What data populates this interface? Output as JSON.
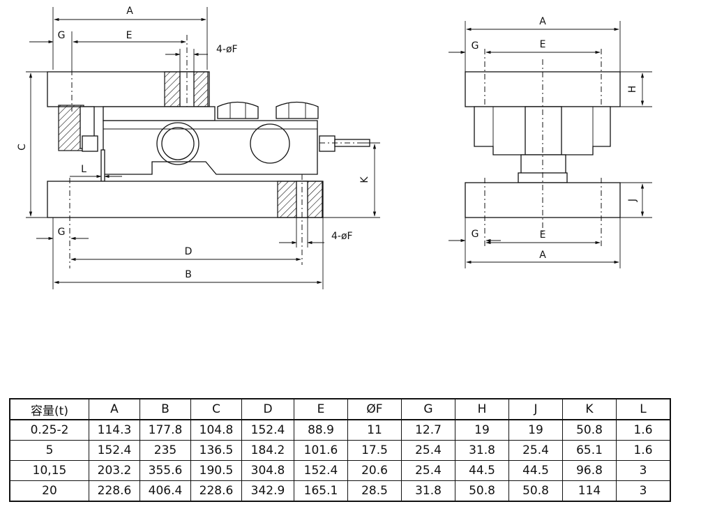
{
  "drawing": {
    "labels": {
      "A": "A",
      "B": "B",
      "C": "C",
      "D": "D",
      "E": "E",
      "F": "4-øF",
      "G": "G",
      "H": "H",
      "J": "J",
      "K": "K",
      "L": "L"
    }
  },
  "table": {
    "headers": [
      "容量(t)",
      "A",
      "B",
      "C",
      "D",
      "E",
      "ØF",
      "G",
      "H",
      "J",
      "K",
      "L"
    ],
    "rows": [
      [
        "0.25-2",
        "114.3",
        "177.8",
        "104.8",
        "152.4",
        "88.9",
        "11",
        "12.7",
        "19",
        "19",
        "50.8",
        "1.6"
      ],
      [
        "5",
        "152.4",
        "235",
        "136.5",
        "184.2",
        "101.6",
        "17.5",
        "25.4",
        "31.8",
        "25.4",
        "65.1",
        "1.6"
      ],
      [
        "10,15",
        "203.2",
        "355.6",
        "190.5",
        "304.8",
        "152.4",
        "20.6",
        "25.4",
        "44.5",
        "44.5",
        "96.8",
        "3"
      ],
      [
        "20",
        "228.6",
        "406.4",
        "228.6",
        "342.9",
        "165.1",
        "28.5",
        "31.8",
        "50.8",
        "50.8",
        "114",
        "3"
      ]
    ]
  }
}
